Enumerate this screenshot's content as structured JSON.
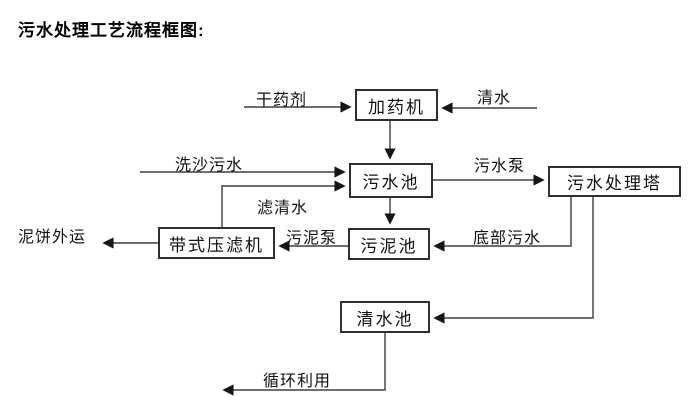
{
  "title": "污水处理工艺流程框图:",
  "diagram": {
    "nodes": {
      "dosing_machine": {
        "label": "加药机"
      },
      "sewage_pool": {
        "label": "污水池"
      },
      "treatment_tower": {
        "label": "污水处理塔"
      },
      "belt_filter_press": {
        "label": "带式压滤机"
      },
      "sludge_pool": {
        "label": "污泥池"
      },
      "clean_water_pool": {
        "label": "清水池"
      }
    },
    "flow_labels": {
      "dry_chemical": "干药剂",
      "clean_water": "清水",
      "sand_washing_sewage": "洗沙污水",
      "sewage_pump": "污水泵",
      "filtered_water": "滤清水",
      "sludge_pump": "污泥泵",
      "bottom_sewage": "底部污水",
      "mud_cake_transport": "泥饼外运",
      "recycling": "循环利用"
    },
    "line_color": "#3f3f3f",
    "arrow_color": "#161616"
  }
}
